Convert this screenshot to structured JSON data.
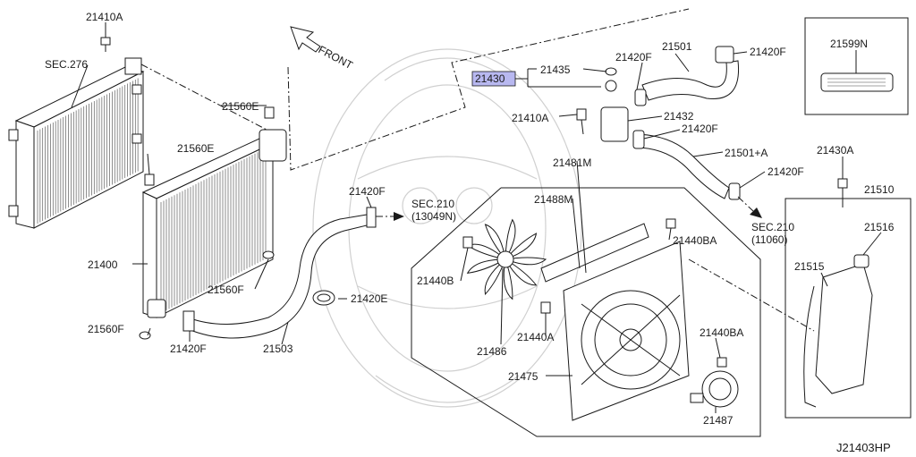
{
  "diagram_code": "J21403HP",
  "front_label": "FRONT",
  "callouts": {
    "p21410A_top": "21410A",
    "sec276": "SEC.276",
    "p21560E_a": "21560E",
    "p21560E_b": "21560E",
    "p21400": "21400",
    "p21560F_a": "21560F",
    "p21560F_b": "21560F",
    "p21420F_a": "21420F",
    "p21420F_b": "21420F",
    "p21420F_c": "21420F",
    "p21420F_d": "21420F",
    "p21420F_e": "21420F",
    "p21420F_f": "21420F",
    "p21503": "21503",
    "p21420E": "21420E",
    "sec210_a": "SEC.210",
    "sec210_a_sub": "(13049N)",
    "sec210_b": "SEC.210",
    "sec210_b_sub": "(11060)",
    "p21430": "21430",
    "p21435": "21435",
    "p21501": "21501",
    "p21501A": "21501+A",
    "p21410A_mid": "21410A",
    "p21432": "21432",
    "p21481M": "21481M",
    "p21488M": "21488M",
    "p21440BA_a": "21440BA",
    "p21440BA_b": "21440BA",
    "p21440B": "21440B",
    "p21486": "21486",
    "p21440A": "21440A",
    "p21475": "21475",
    "p21487": "21487",
    "p21599N": "21599N",
    "p21430A": "21430A",
    "p21510": "21510",
    "p21516": "21516",
    "p21515": "21515"
  },
  "highlight_color": "#b8b8f0"
}
